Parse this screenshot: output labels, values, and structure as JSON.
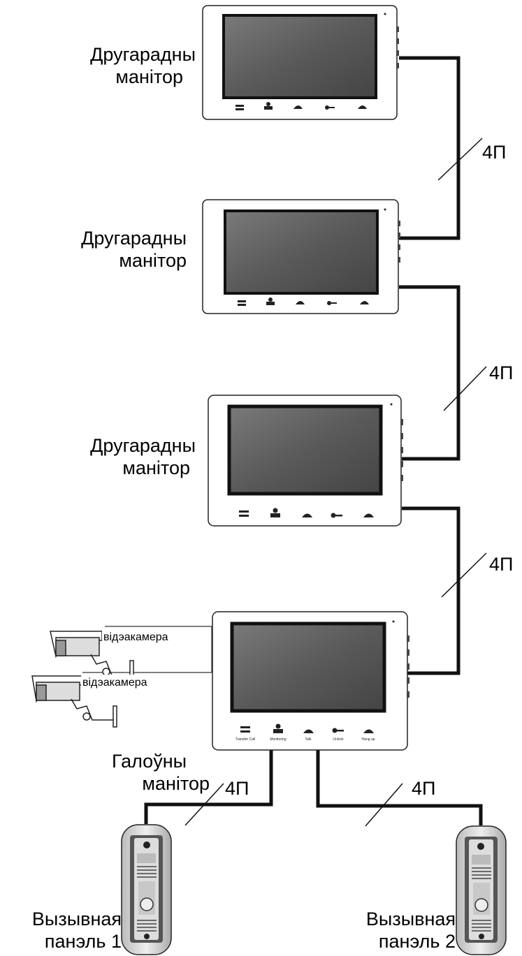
{
  "monitors": [
    {
      "label_line1": "Другарадны",
      "label_line2": "манітор"
    },
    {
      "label_line1": "Другарадны",
      "label_line2": "манітор"
    },
    {
      "label_line1": "Другарадны",
      "label_line2": "манітор"
    },
    {
      "label_line1": "Галоўны",
      "label_line2": "манітор"
    }
  ],
  "cable_label": "4П",
  "cameras": [
    {
      "label": "відэакамера"
    },
    {
      "label": "відэакамера"
    }
  ],
  "panels": [
    {
      "label_line1": "Вызывная",
      "label_line2": "панэль 1"
    },
    {
      "label_line1": "Вызывная",
      "label_line2": "панэль 2"
    }
  ],
  "monitor_buttons": [
    "Monitoring",
    "Talk",
    "Unlock",
    "Hang up",
    "Transfer Call"
  ]
}
